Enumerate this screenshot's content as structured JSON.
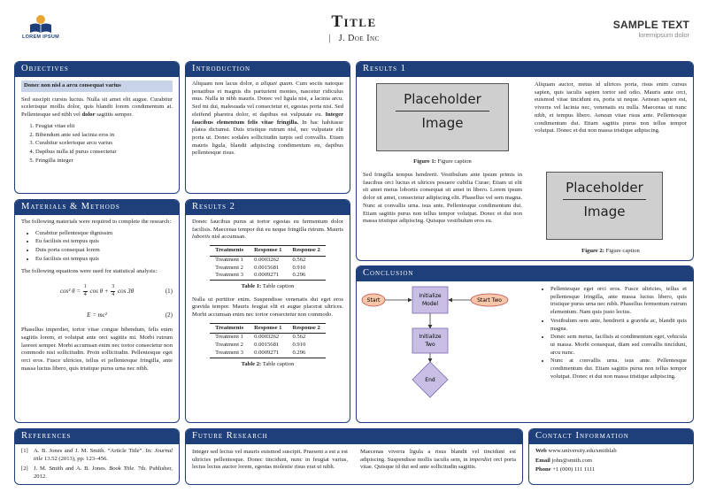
{
  "header": {
    "logo_text": "LOREM IPSUM",
    "title": "Title",
    "authors": "J. Doe Inc",
    "sample_text": "SAMPLE TEXT",
    "sample_sub": "loremipsum dolor"
  },
  "objectives": {
    "heading": "Objectives",
    "highlight": "Donec non nisl a arcu consequat varius",
    "p1": "Sed suscipit cursus luctus. Nulla sit amet elit augue. Curabitur scelerisque mollis dolor, quis blandit lorem condimentum at. Pellentesque sed nibh vel",
    "p1_bold": "dolor",
    "p1_end": "sagittis semper.",
    "items": [
      "Feugiat vitae elit",
      "Bibendum ante sed lacinia eros in",
      "Curabitur scelerisque arcu varius",
      "Dapibus nulla id purus consectetur",
      "Fringilla integer"
    ]
  },
  "introduction": {
    "heading": "Introduction",
    "t1": "Aliquam non lacus dolor,",
    "t1_it": "a aliquet quam.",
    "t2": "Cum sociis natoque penatibus et magnis dis parturient montes, nascetur ridiculus mus. Nulla in nibh mauris. Donec vel ligula nisi, a lacinia arcu. Sed mi dui, malesuada vel consectetur et, egestas porta nisi. Sed eleifend pharetra dolor, et dapibus est vulputate eu.",
    "t2_bold": "Integer faucibus elementum felis vitae fringilla.",
    "t3": "In hac habitasse platea dictumst. Duis tristique rutrum nisl, nec vulputate elit porta ut. Donec sodales sollicitudin turpis sed convallis. Etiam mauris ligula, blandit adipiscing condimentum eu, dapibus pellentesque risus."
  },
  "materials": {
    "heading": "Materials & Methods",
    "p1": "The following materials were required to complete the research:",
    "items": [
      "Curabitur pellentesque dignissim",
      "Eu facilisis est tempus quis",
      "Duis porta consequat lorem",
      "Eu facilisis est tempus quis"
    ],
    "p2": "The following equations were used for statistical analysis:",
    "eq1_lhs": "cos³ θ =",
    "eq1_f1_num": "1",
    "eq1_f1_den": "4",
    "eq1_mid": "cos θ +",
    "eq1_f2_num": "3",
    "eq1_f2_den": "4",
    "eq1_rhs": "cos 3θ",
    "eq1_num": "(1)",
    "eq2": "E = mc²",
    "eq2_num": "(2)",
    "p3": "Phasellus imperdiet, tortor vitae congue bibendum, felis enim sagittis lorem, et volutpat ante orci sagittis mi. Morbi rutrum laoreet semper. Morbi accumsan enim nec tortor consectetur non commodo nisi sollicitudin. Proin sollicitudin. Pellentesque eget orci eros. Fusce ultricies, tellus et pellentesque fringilla, ante massa luctus libero, quis tristique purus urna nec nibh."
  },
  "results2": {
    "heading": "Results 2",
    "p1": "Donec faucibus purus at tortor egestas eu fermentum dolor facilisis. Maecenas tempor dui eu neque fringilla rutrum. Mauris",
    "p1_it": "lobortis",
    "p1_end": "nisl accumsan.",
    "table_headers": [
      "Treatments",
      "Response 1",
      "Response 2"
    ],
    "table1": [
      [
        "Treatment 1",
        "0.0003262",
        "0.562"
      ],
      [
        "Treatment 2",
        "0.0015681",
        "0.910"
      ],
      [
        "Treatment 3",
        "0.0009271",
        "0.296"
      ]
    ],
    "table1_cap_label": "Table 1:",
    "table1_cap": "Table caption",
    "p2": "Nulla ut porttitor enim. Suspendisse venenatis dui eget eros gravida tempor. Mauris feugiat elit et augue placerat ultrices. Morbi accumsan enim nec tortor consectetur non commodo.",
    "table2": [
      [
        "Treatment 1",
        "0.0003262",
        "0.562"
      ],
      [
        "Treatment 2",
        "0.0015681",
        "0.910"
      ],
      [
        "Treatment 3",
        "0.0009271",
        "0.296"
      ]
    ],
    "table2_cap_label": "Table 2:",
    "table2_cap": "Table caption"
  },
  "results1": {
    "heading": "Results 1",
    "ph_line1": "Placeholder",
    "ph_line2": "Image",
    "fig1_label": "Figure 1:",
    "fig1_cap": "Figure caption",
    "p_right": "Aliquam auctor, metus id ultrices porta, risus enim cursus sapien, quis iaculis sapien tortor sed odio. Mauris ante orci, euismod vitae tincidunt eu, porta ut neque. Aenean sapien est, viverra vel lacinia nec, venenatis eu nulla. Maecenas ut nunc nibh, et tempus libero. Aenean vitae risus ante. Pellentesque condimentum dui. Etiam sagittis purus non tellus tempor volutpat. Donec et dui non massa tristique adipiscing.",
    "p_left": "Sed fringilla tempus hendrerit. Vestibulum ante ipsum primis in faucibus orci luctus et ultrices posuere cubilia Curae; Etiam ut elit sit amet metus lobortis consequat sit amet in libero. Lorem ipsum dolor sit amet, consectetur adipiscing elit. Phasellus vel sem magna. Nunc at convallis urna. isus ante. Pellentesque condimentum dui. Etiam sagittis purus non tellus tempor volutpat. Donec et dui non massa tristique adipiscing. Quisque vestibulum eros eu.",
    "fig2_label": "Figure 2:",
    "fig2_cap": "Figure caption"
  },
  "conclusion": {
    "heading": "Conclusion",
    "flow": {
      "start": "Start",
      "init_model_1": "Initialize",
      "init_model_2": "Model",
      "start_two": "Start Two",
      "init_two_1": "Initialize",
      "init_two_2": "Two",
      "end": "End"
    },
    "items": [
      "Pellentesque eget orci eros. Fusce ultricies, tellus et pellentesque fringilla, ante massa luctus libero, quis tristique purus urna nec nibh. Phasellus fermentum rutrum elementum. Nam quis justo lectus.",
      "Vestibulum sem ante, hendrerit a gravida ac, blandit quis magna.",
      "Donec sem metus, facilisis at condimentum eget, vehicula ut massa. Morbi consequat, diam sed convallis tincidunt, arcu nunc.",
      "Nunc at convallis urna. isus ante. Pellentesque condimentum dui. Etiam sagittis purus non tellus tempor volutpat. Donec et dui non massa tristique adipiscing."
    ]
  },
  "references": {
    "heading": "References",
    "r1_num": "[1]",
    "r1_a": "A. B. Jones and J. M. Smith. “Article Title”. In:",
    "r1_it": "Journal title",
    "r1_b": "13.52 (2013), pp. 123–456.",
    "r2_num": "[2]",
    "r2_a": "J. M. Smith and A. B. Jones.",
    "r2_it": "Book Title.",
    "r2_b": "7th. Publisher, 2012."
  },
  "future": {
    "heading": "Future Research",
    "p_left": "Integer sed lectus vel mauris euismod suscipit. Praesent a est a est ultricies pellentesque. Donec tincidunt, nunc in feugiat varius, lectus lectus auctor lorem, egestas molestie risus erat ut nibh.",
    "p_right_a": "Maecenas viverra ligula a risus blandit vel tincidunt est adipiscing. Suspendisse mollis iaculis sem, in",
    "p_right_it": "imperdiet",
    "p_right_b": "orci porta vitae. Quisque id dui sed ante sollicitudin sagittis."
  },
  "contact": {
    "heading": "Contact Information",
    "web_label": "Web",
    "web": "www.university.edu/smithlab",
    "email_label": "Email",
    "email": "john@smith.com",
    "phone_label": "Phone",
    "phone": "+1 (000) 111 1111"
  },
  "colors": {
    "accent": "#1f3f7a",
    "highlight": "#c9d3e8",
    "flow_start": "#f7c6a8",
    "flow_box": "#c9bfe5"
  }
}
